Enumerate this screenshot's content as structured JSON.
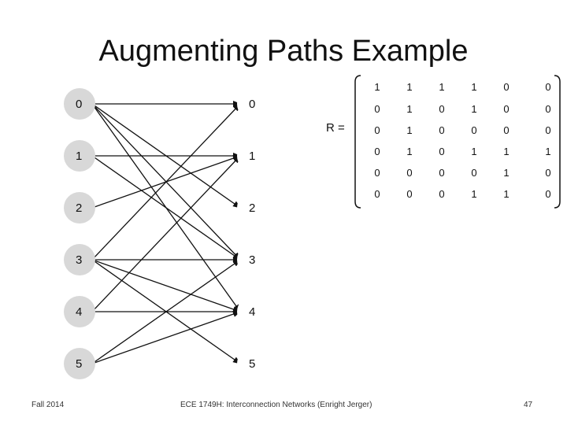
{
  "slide": {
    "title": "Augmenting Paths Example",
    "footer_left": "Fall 2014",
    "footer_center": "ECE 1749H: Interconnection Networks (Enright Jerger)",
    "page_number": "47"
  },
  "graph": {
    "left_nodes": [
      "0",
      "1",
      "2",
      "3",
      "4",
      "5"
    ],
    "right_nodes": [
      "0",
      "1",
      "2",
      "3",
      "4",
      "5"
    ],
    "edges": [
      {
        "from": 0,
        "to": 0
      },
      {
        "from": 1,
        "to": 1
      },
      {
        "from": 0,
        "to": 2
      },
      {
        "from": 0,
        "to": 3
      },
      {
        "from": 0,
        "to": 4
      },
      {
        "from": 1,
        "to": 3
      },
      {
        "from": 2,
        "to": 1
      },
      {
        "from": 3,
        "to": 0
      },
      {
        "from": 3,
        "to": 3
      },
      {
        "from": 3,
        "to": 4
      },
      {
        "from": 3,
        "to": 5
      },
      {
        "from": 4,
        "to": 1
      },
      {
        "from": 4,
        "to": 4
      },
      {
        "from": 5,
        "to": 3
      },
      {
        "from": 5,
        "to": 4
      }
    ]
  },
  "matrix": {
    "label": "R =",
    "rows": [
      [
        "1",
        "1",
        "1",
        "1",
        "0",
        "0"
      ],
      [
        "0",
        "1",
        "0",
        "1",
        "0",
        "0"
      ],
      [
        "0",
        "1",
        "0",
        "0",
        "0",
        "0"
      ],
      [
        "0",
        "1",
        "0",
        "1",
        "1",
        "1"
      ],
      [
        "0",
        "0",
        "0",
        "0",
        "1",
        "0"
      ],
      [
        "0",
        "0",
        "0",
        "1",
        "1",
        "0"
      ]
    ]
  }
}
